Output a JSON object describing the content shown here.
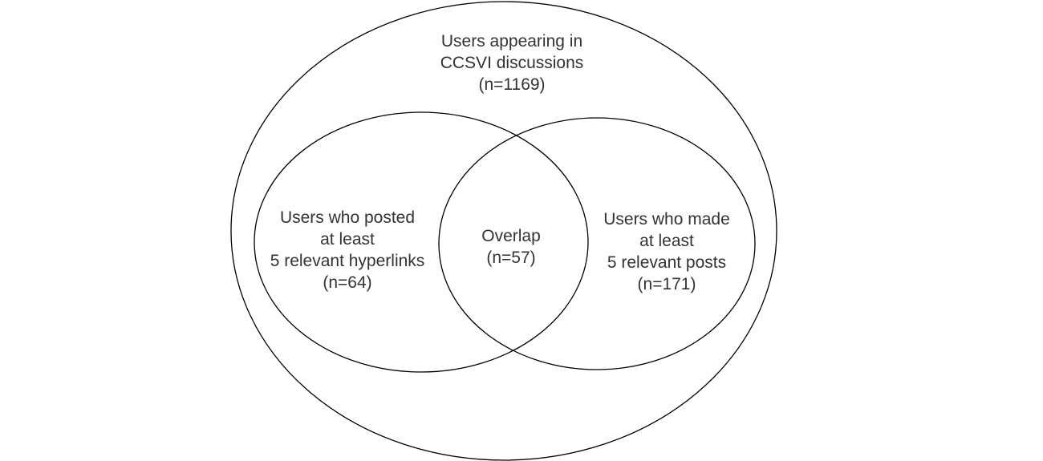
{
  "diagram": {
    "type": "venn",
    "colors": {
      "stroke": "#000000",
      "text": "#333333",
      "background": "#ffffff"
    },
    "outer": {
      "lines": [
        "Users appearing in",
        "CCSVI discussions",
        "(n=1169)"
      ]
    },
    "left": {
      "lines": [
        "Users who posted",
        "at least",
        "5 relevant hyperlinks",
        "(n=64)"
      ]
    },
    "overlap": {
      "lines": [
        "Overlap",
        "(n=57)"
      ]
    },
    "right": {
      "lines": [
        "Users who made",
        "at least",
        "5 relevant posts",
        "(n=171)"
      ]
    }
  }
}
